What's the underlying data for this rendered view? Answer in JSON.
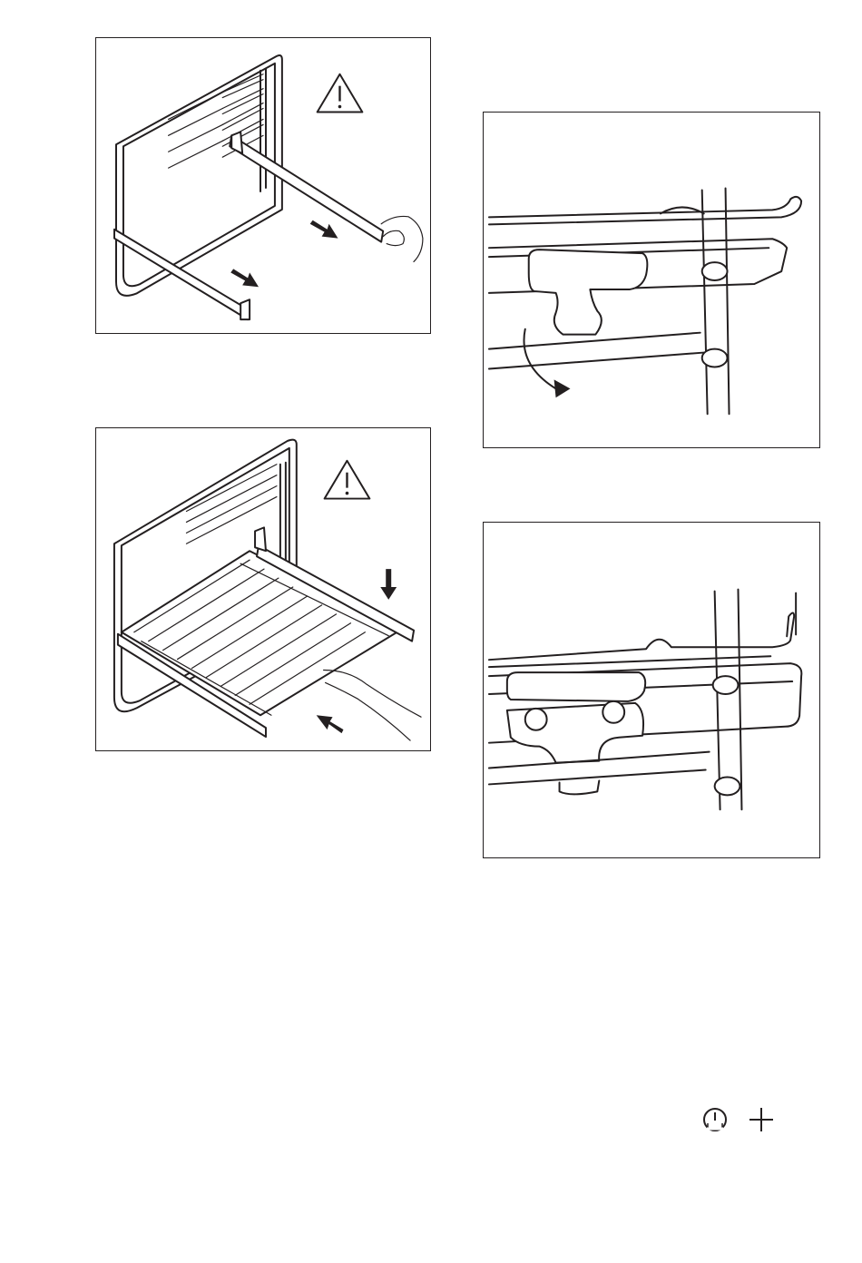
{
  "figures": [
    {
      "id": "fig1",
      "icon": "warning-triangle-icon",
      "arrows": 2
    },
    {
      "id": "fig2",
      "icon": "warning-triangle-icon",
      "arrows": 2
    },
    {
      "id": "fig3",
      "icon": null,
      "arrows": 1
    },
    {
      "id": "fig4",
      "icon": null,
      "arrows": 0
    }
  ],
  "footer": {
    "icons": [
      "timer-clock-icon",
      "plus-icon"
    ]
  }
}
